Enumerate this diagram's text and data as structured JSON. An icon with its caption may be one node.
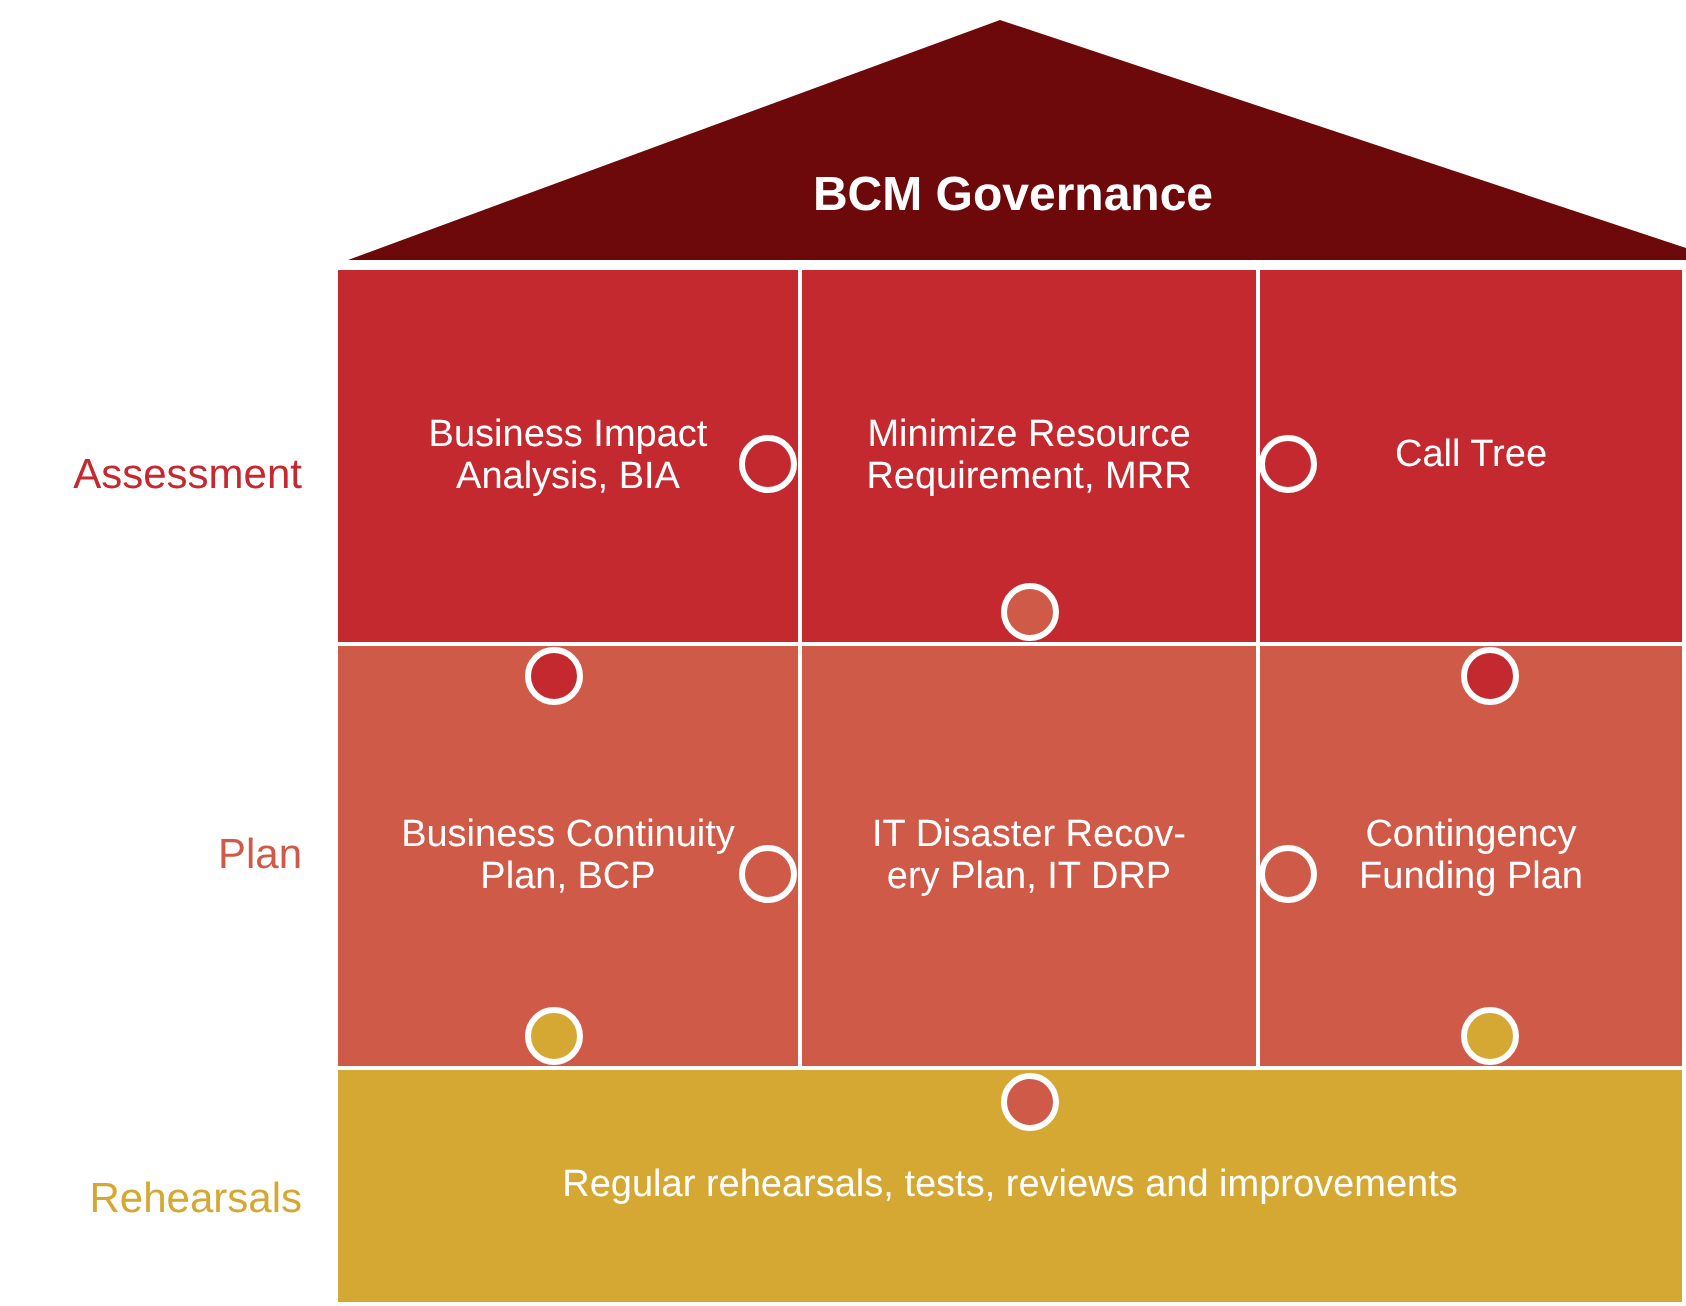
{
  "diagram": {
    "nodes": [
      {
        "text": [
          "BCM Governance"
        ]
      },
      {
        "text": [
          "Business Impact Analysis, BIA"
        ]
      },
      {
        "text": [
          "Minimize Resource Requirement, MRR"
        ]
      },
      {
        "text": [
          "Call Tree"
        ]
      },
      {
        "text": [
          "Business Continuity Plan, BCP"
        ]
      },
      {
        "text": [
          "IT Disaster Recov- ery Plan, IT DRP"
        ]
      },
      {
        "text": [
          "Contingency Funding Plan"
        ]
      },
      {
        "text": [
          "Regular rehearsals, tests, reviews and improvements"
        ]
      }
    ],
    "labels": [
      "Assessment",
      "Plan",
      "Rehearsals"
    ]
  }
}
